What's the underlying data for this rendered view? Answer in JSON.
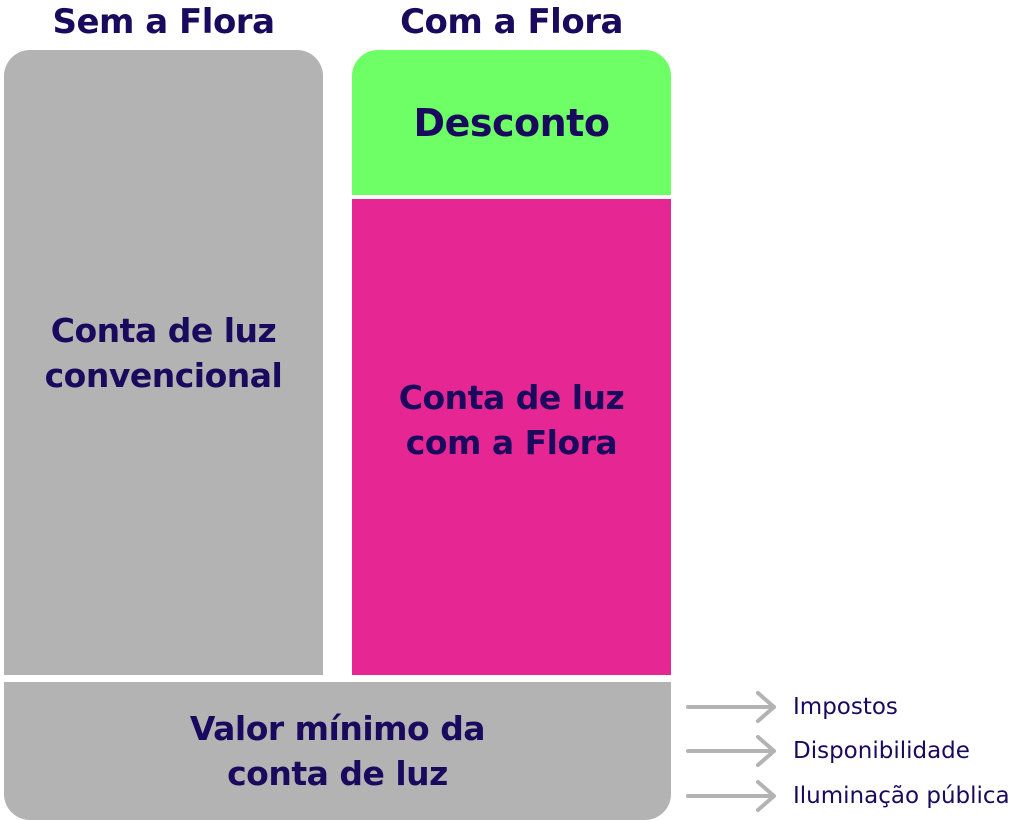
{
  "columns": {
    "without": {
      "title": "Sem a Flora",
      "block_line1": "Conta de luz",
      "block_line2": "convencional"
    },
    "with": {
      "title": "Com a Flora",
      "discount_label": "Desconto",
      "block_line1": "Conta de luz",
      "block_line2": "com a Flora"
    }
  },
  "base": {
    "line1": "Valor mínimo da",
    "line2": "conta de luz"
  },
  "components": [
    {
      "label": "Impostos"
    },
    {
      "label": "Disponibilidade"
    },
    {
      "label": "Iluminação pública"
    }
  ],
  "colors": {
    "gray_block": "#b3b3b3",
    "discount_green": "#6eff66",
    "flora_pink": "#e62693",
    "text_navy": "#1a0a5e",
    "arrow_gray": "#b3b3b3"
  },
  "icons": {
    "component_arrow": "arrow-right-icon"
  }
}
